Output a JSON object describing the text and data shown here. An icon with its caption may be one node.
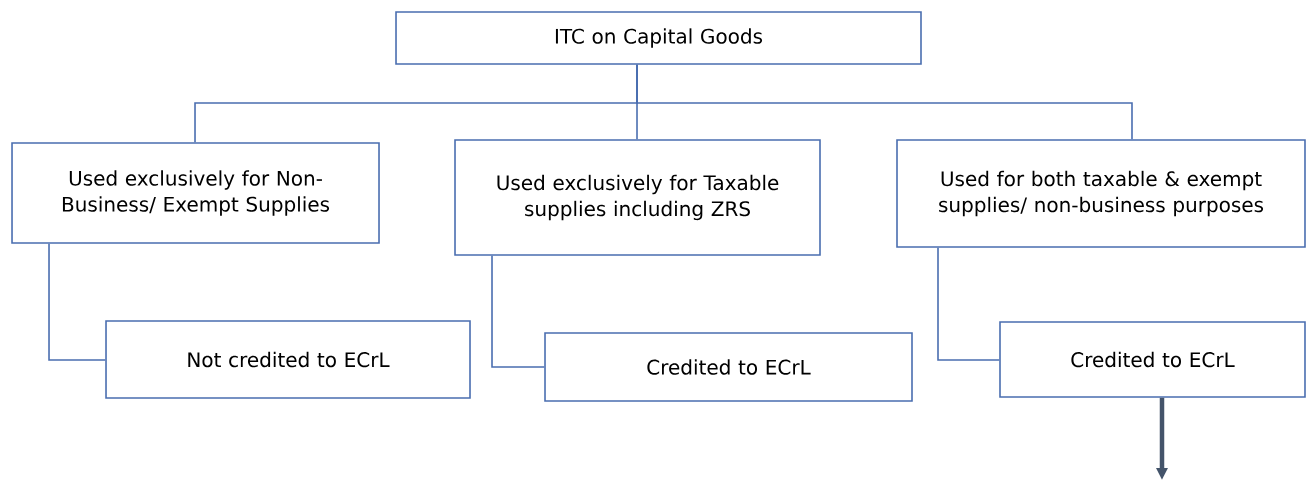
{
  "diagram": {
    "nodes": [
      {
        "text": [
          "ITC on Capital Goods"
        ]
      },
      {
        "text": [
          "Used exclusively for Non-Business/ Exempt Supplies"
        ]
      },
      {
        "text": [
          "Used exclusively for Taxable supplies including ZRS"
        ]
      },
      {
        "text": [
          "Used for both taxable & exempt supplies/ non-business purposes"
        ]
      },
      {
        "text": [
          "Not credited to ECrL"
        ]
      },
      {
        "text": [
          "Credited to ECrL"
        ]
      },
      {
        "text": [
          "Credited to ECrL"
        ]
      }
    ],
    "edges": [
      {
        "from": 0,
        "to": 1,
        "arrow": "none"
      },
      {
        "from": 0,
        "to": 2,
        "arrow": "none"
      },
      {
        "from": 0,
        "to": 3,
        "arrow": "none"
      },
      {
        "from": 1,
        "to": 4,
        "arrow": "none"
      },
      {
        "from": 2,
        "to": 5,
        "arrow": "none"
      },
      {
        "from": 3,
        "to": 6,
        "arrow": "none"
      },
      {
        "from": 6,
        "to": null,
        "arrow": "to",
        "style": "thick",
        "color": "#44546a"
      }
    ]
  }
}
